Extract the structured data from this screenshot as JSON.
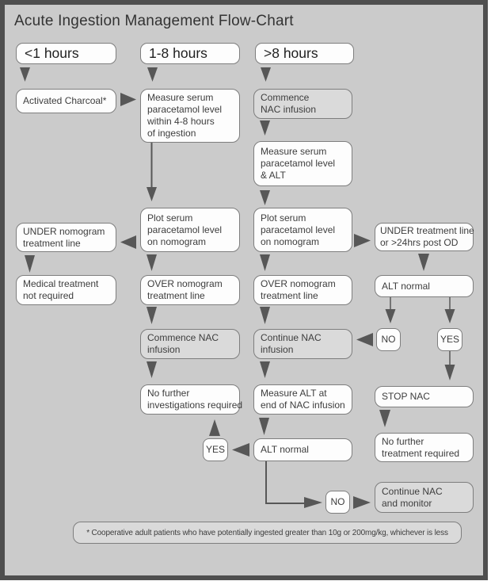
{
  "title": "Acute Ingestion Management Flow-Chart",
  "columns": [
    {
      "header": "<1 hours"
    },
    {
      "header": "1-8 hours"
    },
    {
      "header": ">8 hours"
    }
  ],
  "nodes": {
    "activated_charcoal": "Activated Charcoal*",
    "measure_serum_4_8": "Measure serum\nparacetamol level\nwithin 4-8 hours\nof ingestion",
    "commence_nac_top": "Commence\nNAC infusion",
    "measure_serum_alt": "Measure serum\nparacetamol level\n& ALT",
    "plot_serum_col2": "Plot serum\nparacetamol level\non nomogram",
    "plot_serum_col3": "Plot serum\nparacetamol level\non nomogram",
    "under_nomogram": "UNDER nomogram\ntreatment line",
    "medical_treatment_not_required": "Medical treatment\nnot required",
    "over_nomogram_col2": "OVER nomogram\ntreatment line",
    "over_nomogram_col3": "OVER nomogram\ntreatment line",
    "under_treatment_line": "UNDER treatment line\nor >24hrs post OD",
    "alt_normal_right": "ALT normal",
    "commence_nac_mid": "Commence NAC\ninfusion",
    "continue_nac": "Continue NAC\ninfusion",
    "no_right": "NO",
    "yes_right": "YES",
    "no_further_investigations": "No further\ninvestigations required",
    "measure_alt_end": "Measure ALT at\nend of NAC infusion",
    "stop_nac": "STOP NAC",
    "yes_mid": "YES",
    "alt_normal_bottom": "ALT normal",
    "no_further_treatment": "No further\ntreatment required",
    "continue_nac_monitor": "Continue NAC\nand monitor",
    "no_bottom": "NO"
  },
  "footnote": "* Cooperative adult patients who have potentially ingested greater than 10g or 200mg/kg, whichever is less",
  "colors": {
    "background": "#cbcbcb",
    "frame_border": "#4f4f4f",
    "box_fill_white": "#fdfdfd",
    "box_fill_shaded": "#dadada",
    "box_border": "#7e7e7e",
    "arrow": "#575757",
    "text": "#3d3d3d"
  }
}
